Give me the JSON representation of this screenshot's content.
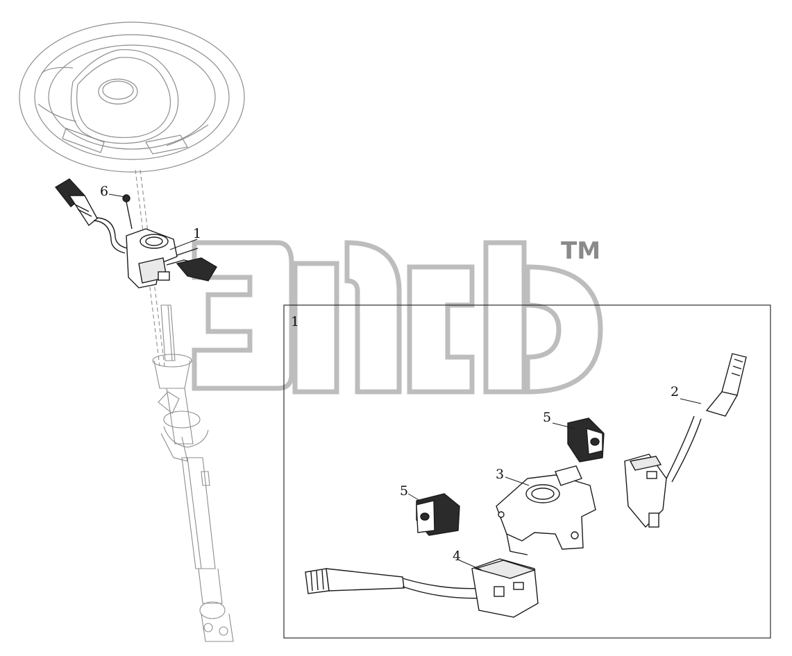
{
  "watermark": {
    "trademark": "TM"
  },
  "callouts": {
    "c1_main": "1",
    "c1_box": "1",
    "c2": "2",
    "c3": "3",
    "c4": "4",
    "c5_top": "5",
    "c5_left": "5",
    "c6": "6"
  },
  "colors": {
    "line": "#1a1a1a",
    "ghost_line": "#9a9a9a",
    "part_fill": "#2b2b2b",
    "watermark": "#bdbdbd"
  }
}
